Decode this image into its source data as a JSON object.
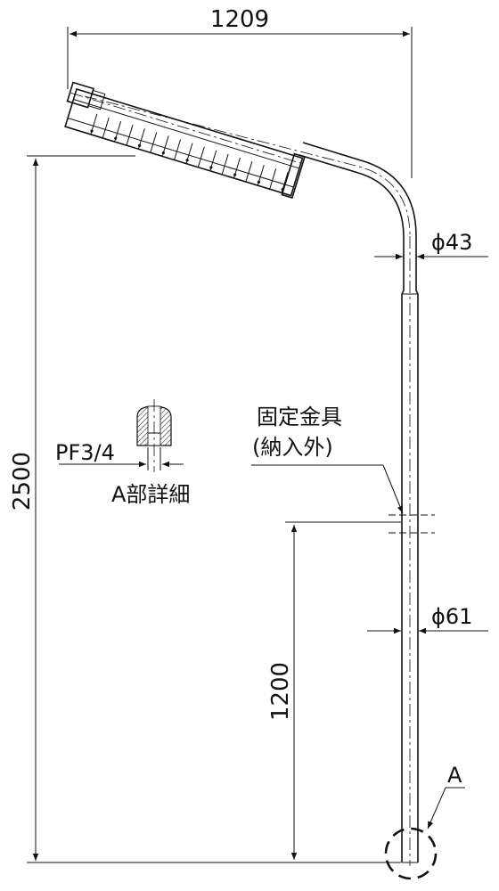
{
  "dimensions": {
    "arm_length": "1209",
    "total_height": "2500",
    "fixture_height": "1200",
    "top_pipe_diameter": "ϕ43",
    "bottom_pipe_diameter": "ϕ61",
    "thread": "PF3/4"
  },
  "labels": {
    "bracket_line1": "固定金具",
    "bracket_line2": "(納入外)",
    "detail_title": "A部詳細",
    "detail_marker": "A"
  }
}
